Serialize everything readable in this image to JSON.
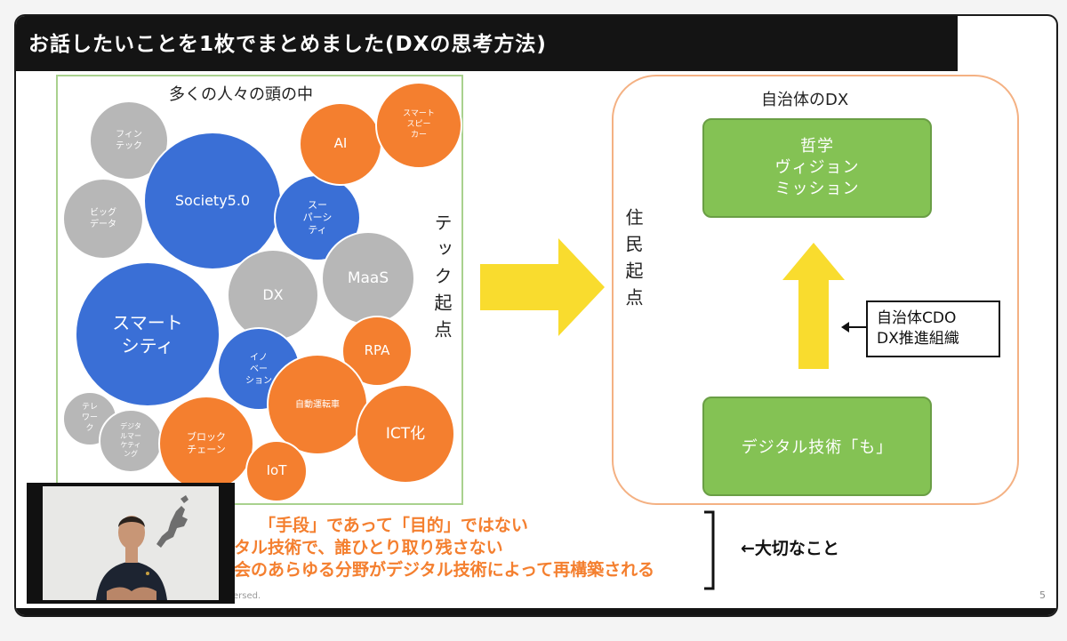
{
  "slide": {
    "title": "お話したいことを1枚でまとめました(DXの思考方法)",
    "page_number": "5",
    "copyright_fragment": "ersed."
  },
  "left_panel": {
    "heading": "多くの人々の頭の中",
    "side_label": "テック起点",
    "bubbles": [
      {
        "label": "フィン\nテック",
        "color": "gray"
      },
      {
        "label": "ビッグ\nデータ",
        "color": "gray"
      },
      {
        "label": "Society5.0",
        "color": "blue"
      },
      {
        "label": "スー\nパーシ\nティ",
        "color": "blue"
      },
      {
        "label": "AI",
        "color": "orange"
      },
      {
        "label": "スマート\nスピー\nカー",
        "color": "orange"
      },
      {
        "label": "DX",
        "color": "gray"
      },
      {
        "label": "MaaS",
        "color": "gray"
      },
      {
        "label": "スマート\nシティ",
        "color": "blue"
      },
      {
        "label": "イノ\nベー\nション",
        "color": "blue"
      },
      {
        "label": "RPA",
        "color": "orange"
      },
      {
        "label": "自動運転車",
        "color": "orange"
      },
      {
        "label": "ICT化",
        "color": "orange"
      },
      {
        "label": "テレ\nワー\nク",
        "color": "gray"
      },
      {
        "label": "デジタ\nルマー\nケティ\nング",
        "color": "gray"
      },
      {
        "label": "ブロック\nチェーン",
        "color": "orange"
      },
      {
        "label": "IoT",
        "color": "orange"
      }
    ]
  },
  "right_panel": {
    "heading": "自治体のDX",
    "side_label": "住民起点",
    "top_box": "哲学\nヴィジョン\nミッション",
    "bottom_box": "デジタル技術「も」",
    "cdo_line1": "自治体CDO",
    "cdo_line2": "DX推進組織"
  },
  "summary": {
    "line1": "「手段」であって「目的」ではない",
    "line2": "タル技術で、誰ひとり取り残さない",
    "line3": "会のあらゆる分野がデジタル技術によって再構築される",
    "important_label": "←大切なこと"
  },
  "colors": {
    "gray": "#b7b7b7",
    "blue": "#3a6fd6",
    "orange": "#f47f2f",
    "green": "#84c254",
    "arrow_yellow": "#f9dc2e"
  }
}
